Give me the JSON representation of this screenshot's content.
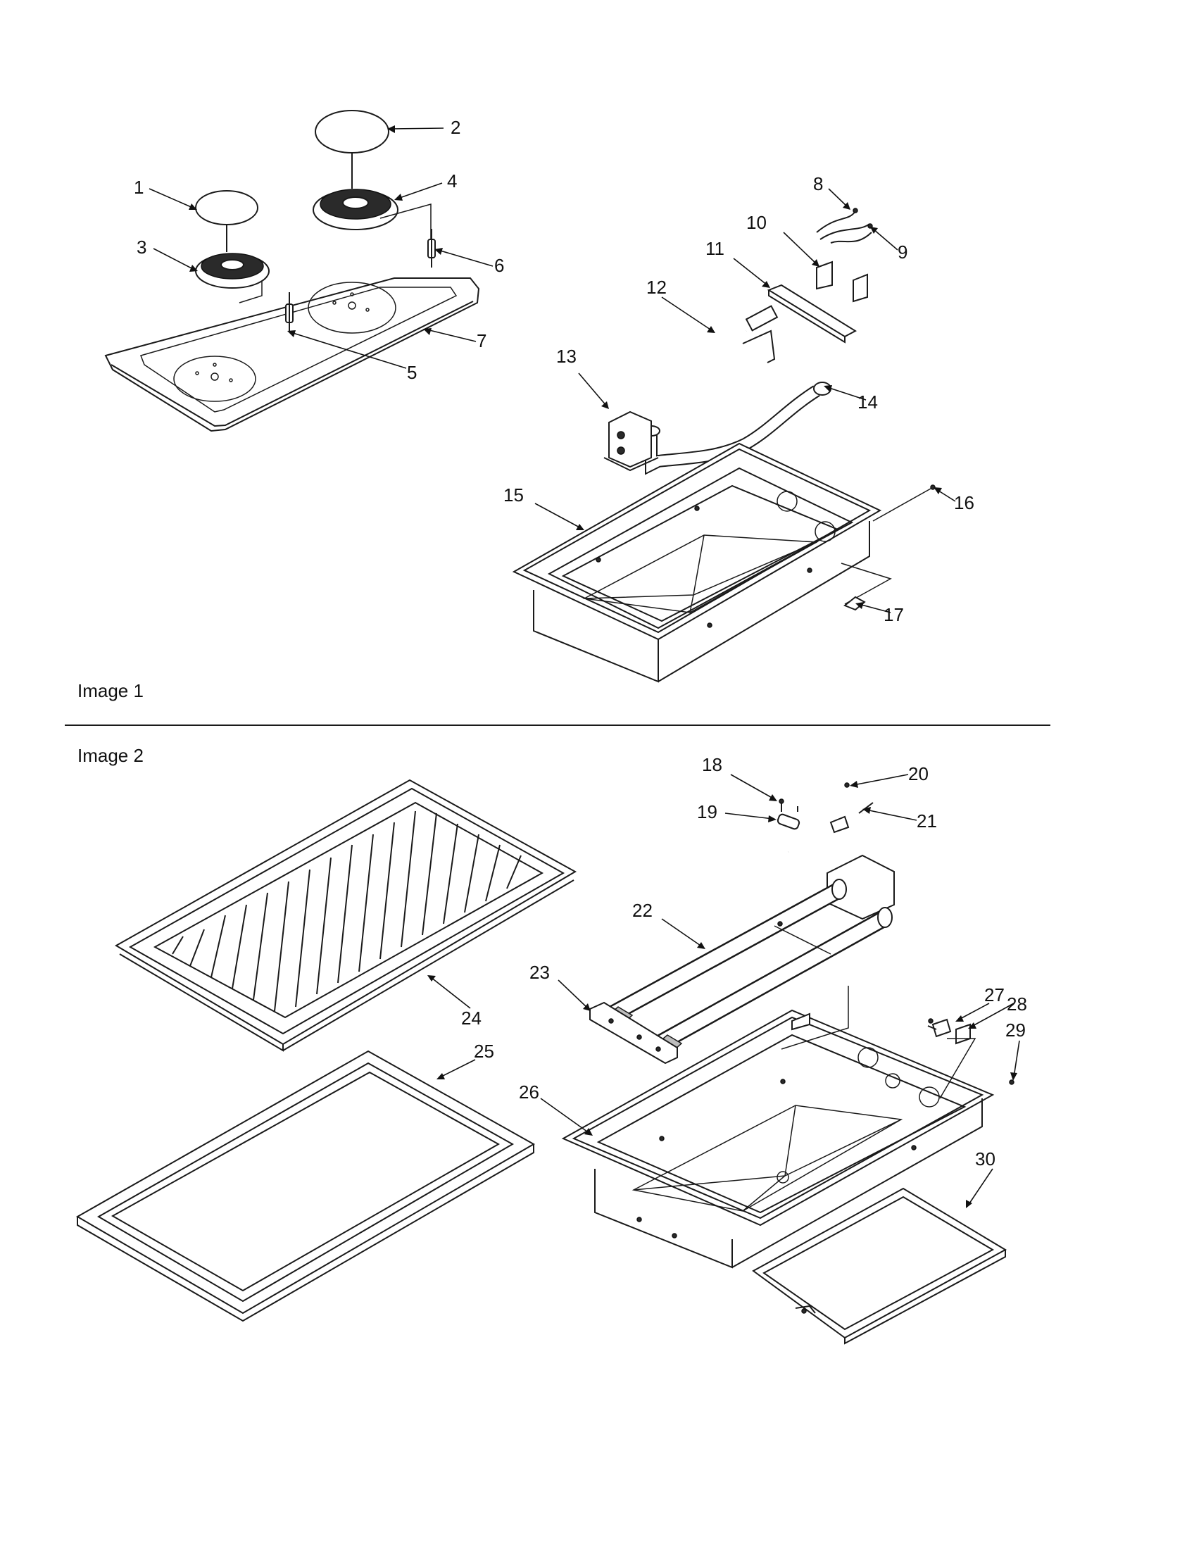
{
  "captions": {
    "image1": "Image 1",
    "image2": "Image 2"
  },
  "callouts": [
    "1",
    "2",
    "3",
    "4",
    "5",
    "6",
    "7",
    "8",
    "9",
    "10",
    "11",
    "12",
    "13",
    "14",
    "15",
    "16",
    "17",
    "18",
    "19",
    "20",
    "21",
    "22",
    "23",
    "24",
    "25",
    "26",
    "27",
    "28",
    "29",
    "30"
  ],
  "colors": {
    "ink": "#1a1a1a",
    "paper": "#ffffff"
  }
}
